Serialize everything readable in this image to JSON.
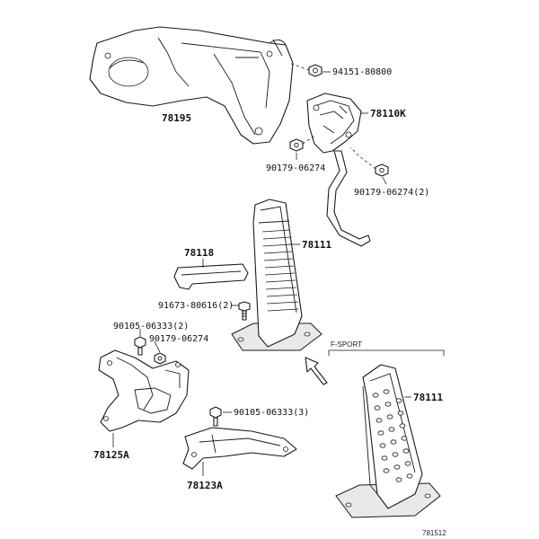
{
  "colors": {
    "line": "#1a1a1a",
    "background": "#ffffff",
    "fill_shade": "#e9e9e9"
  },
  "labels": {
    "p78195": "78195",
    "p94151": "94151-80800",
    "p78110k": "78110K",
    "p90179_a": "90179-06274",
    "p90179_b": "90179-06274(2)",
    "p78118": "78118",
    "p78111_top": "78111",
    "p91673": "91673-80616(2)",
    "p90105_a": "90105-06333(2)",
    "p90179_c": "90179-06274",
    "p78125a": "78125A",
    "p90105_b": "90105-06333(3)",
    "p78123a": "78123A",
    "p78111_bottom": "78111",
    "fsport": "F-SPORT",
    "diagram_id": "781512"
  }
}
